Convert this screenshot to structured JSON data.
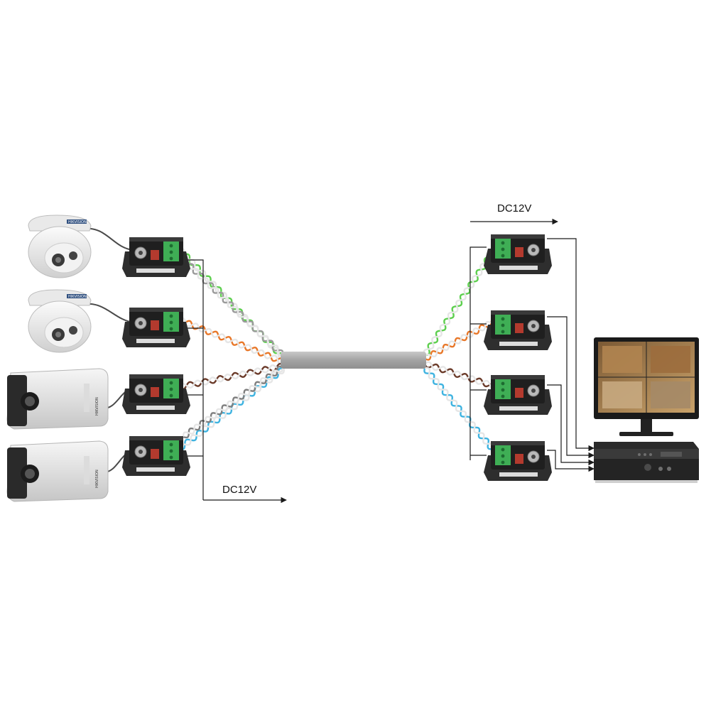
{
  "labels": {
    "power_left": "DC12V",
    "power_right": "DC12V"
  },
  "devices": {
    "cameras": [
      {
        "kind": "dome-camera",
        "brand_text": "HIKVISION"
      },
      {
        "kind": "dome-camera",
        "brand_text": "HIKVISION"
      },
      {
        "kind": "bullet-camera",
        "brand_text": "HIKVISION"
      },
      {
        "kind": "bullet-camera",
        "brand_text": "HIKVISION"
      }
    ],
    "transmitter_count": 4,
    "receiver_count": 4,
    "recorder": "dvr",
    "display": "monitor"
  },
  "wire_colors": {
    "pair_1": "#5ecf4f",
    "pair_2": "#e8782a",
    "pair_3": "#6b3b2a",
    "pair_4": "#3fb3e0",
    "cable": "#a9a9a9",
    "line": "#1a1a1a"
  }
}
